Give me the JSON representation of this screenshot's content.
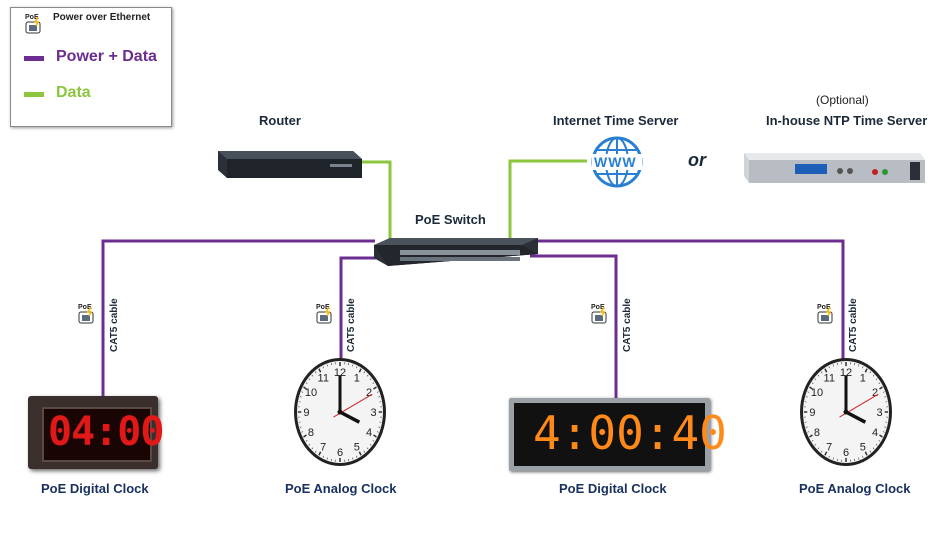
{
  "legend": {
    "poe_badge": "PoE",
    "poe_title": "Power over Ethernet",
    "power_data": "Power + Data",
    "data": "Data",
    "colors": {
      "power_data": "#6b2d8f",
      "data": "#8cc63f"
    }
  },
  "devices": {
    "router": "Router",
    "internet_time_server": "Internet Time Server",
    "www": "WWW",
    "or": "or",
    "optional": "(Optional)",
    "ntp_server": "In-house NTP Time Server",
    "poe_switch": "PoE Switch"
  },
  "clocks": [
    {
      "label": "PoE Digital Clock",
      "display": "04:00",
      "cable": "CAT5 cable",
      "badge": "PoE"
    },
    {
      "label": "PoE Analog Clock",
      "cable": "CAT5 cable",
      "badge": "PoE"
    },
    {
      "label": "PoE Digital Clock",
      "display": "4:00:40",
      "cable": "CAT5 cable",
      "badge": "PoE"
    },
    {
      "label": "PoE Analog Clock",
      "cable": "CAT5 cable",
      "badge": "PoE"
    }
  ],
  "analog_numbers": [
    "12",
    "1",
    "2",
    "3",
    "4",
    "5",
    "6",
    "7",
    "8",
    "9",
    "10",
    "11"
  ]
}
